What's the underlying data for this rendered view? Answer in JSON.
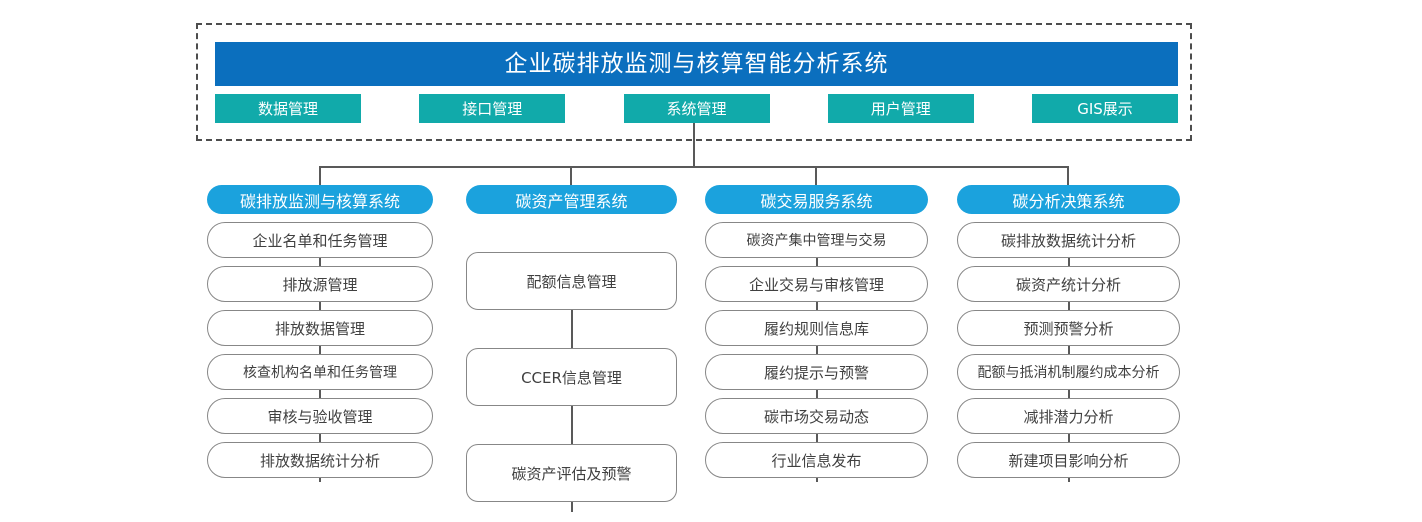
{
  "header": {
    "title": "企业碳排放监测与核算智能分析系统",
    "nav": [
      {
        "label": "数据管理"
      },
      {
        "label": "接口管理"
      },
      {
        "label": "系统管理"
      },
      {
        "label": "用户管理"
      },
      {
        "label": "GIS展示"
      }
    ]
  },
  "columns": [
    {
      "head": "碳排放监测与核算系统",
      "items": [
        "企业名单和任务管理",
        "排放源管理",
        "排放数据管理",
        "核查机构名单和任务管理",
        "审核与验收管理",
        "排放数据统计分析"
      ]
    },
    {
      "head": "碳资产管理系统",
      "items": [
        "配额信息管理",
        "CCER信息管理",
        "碳资产评估及预警"
      ]
    },
    {
      "head": "碳交易服务系统",
      "items": [
        "碳资产集中管理与交易",
        "企业交易与审核管理",
        "履约规则信息库",
        "履约提示与预警",
        "碳市场交易动态",
        "行业信息发布"
      ]
    },
    {
      "head": "碳分析决策系统",
      "items": [
        "碳排放数据统计分析",
        "碳资产统计分析",
        "预测预警分析",
        "配额与抵消机制履约成本分析",
        "减排潜力分析",
        "新建项目影响分析"
      ]
    }
  ],
  "colors": {
    "title_bar": "#0B6FBE",
    "nav_button": "#11AAAA",
    "column_head": "#1BA2DD",
    "connector": "#595959",
    "item_border": "#878787",
    "dashed_border": "#4D4D4D"
  }
}
